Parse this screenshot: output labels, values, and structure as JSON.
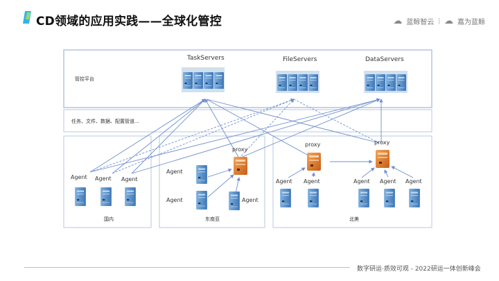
{
  "title": "CD领域的应用实践——全球化管控",
  "header_logos": {
    "logo1_label": "蓝鲸智云",
    "separator": "|",
    "logo2_label": "嘉为蓝鲸",
    "logo1_icon": "cloud-icon",
    "logo2_icon": "cloud-brand-icon"
  },
  "diagram": {
    "platform_label": "管控平台",
    "servers": {
      "task": "TaskServers",
      "file": "FileServers",
      "data": "DataServers"
    },
    "pipeline_label": "任务、文件、数据、配置管道...",
    "regions": {
      "domestic": "国内",
      "southeast_asia": "东南亚",
      "north_america": "北美"
    },
    "agent_label": "Agent",
    "proxy_label": "proxy"
  },
  "footer": {
    "text": "数字研运·质效可观 - 2022研运一体创新峰会"
  },
  "colors": {
    "box_border": "#b8c7e0",
    "platform_border": "#9fb4d8",
    "server_blue": "#5b8fc7",
    "proxy_orange": "#e07b2e",
    "line_blue": "#6f8fcf",
    "accent": "#2ea0d8"
  }
}
